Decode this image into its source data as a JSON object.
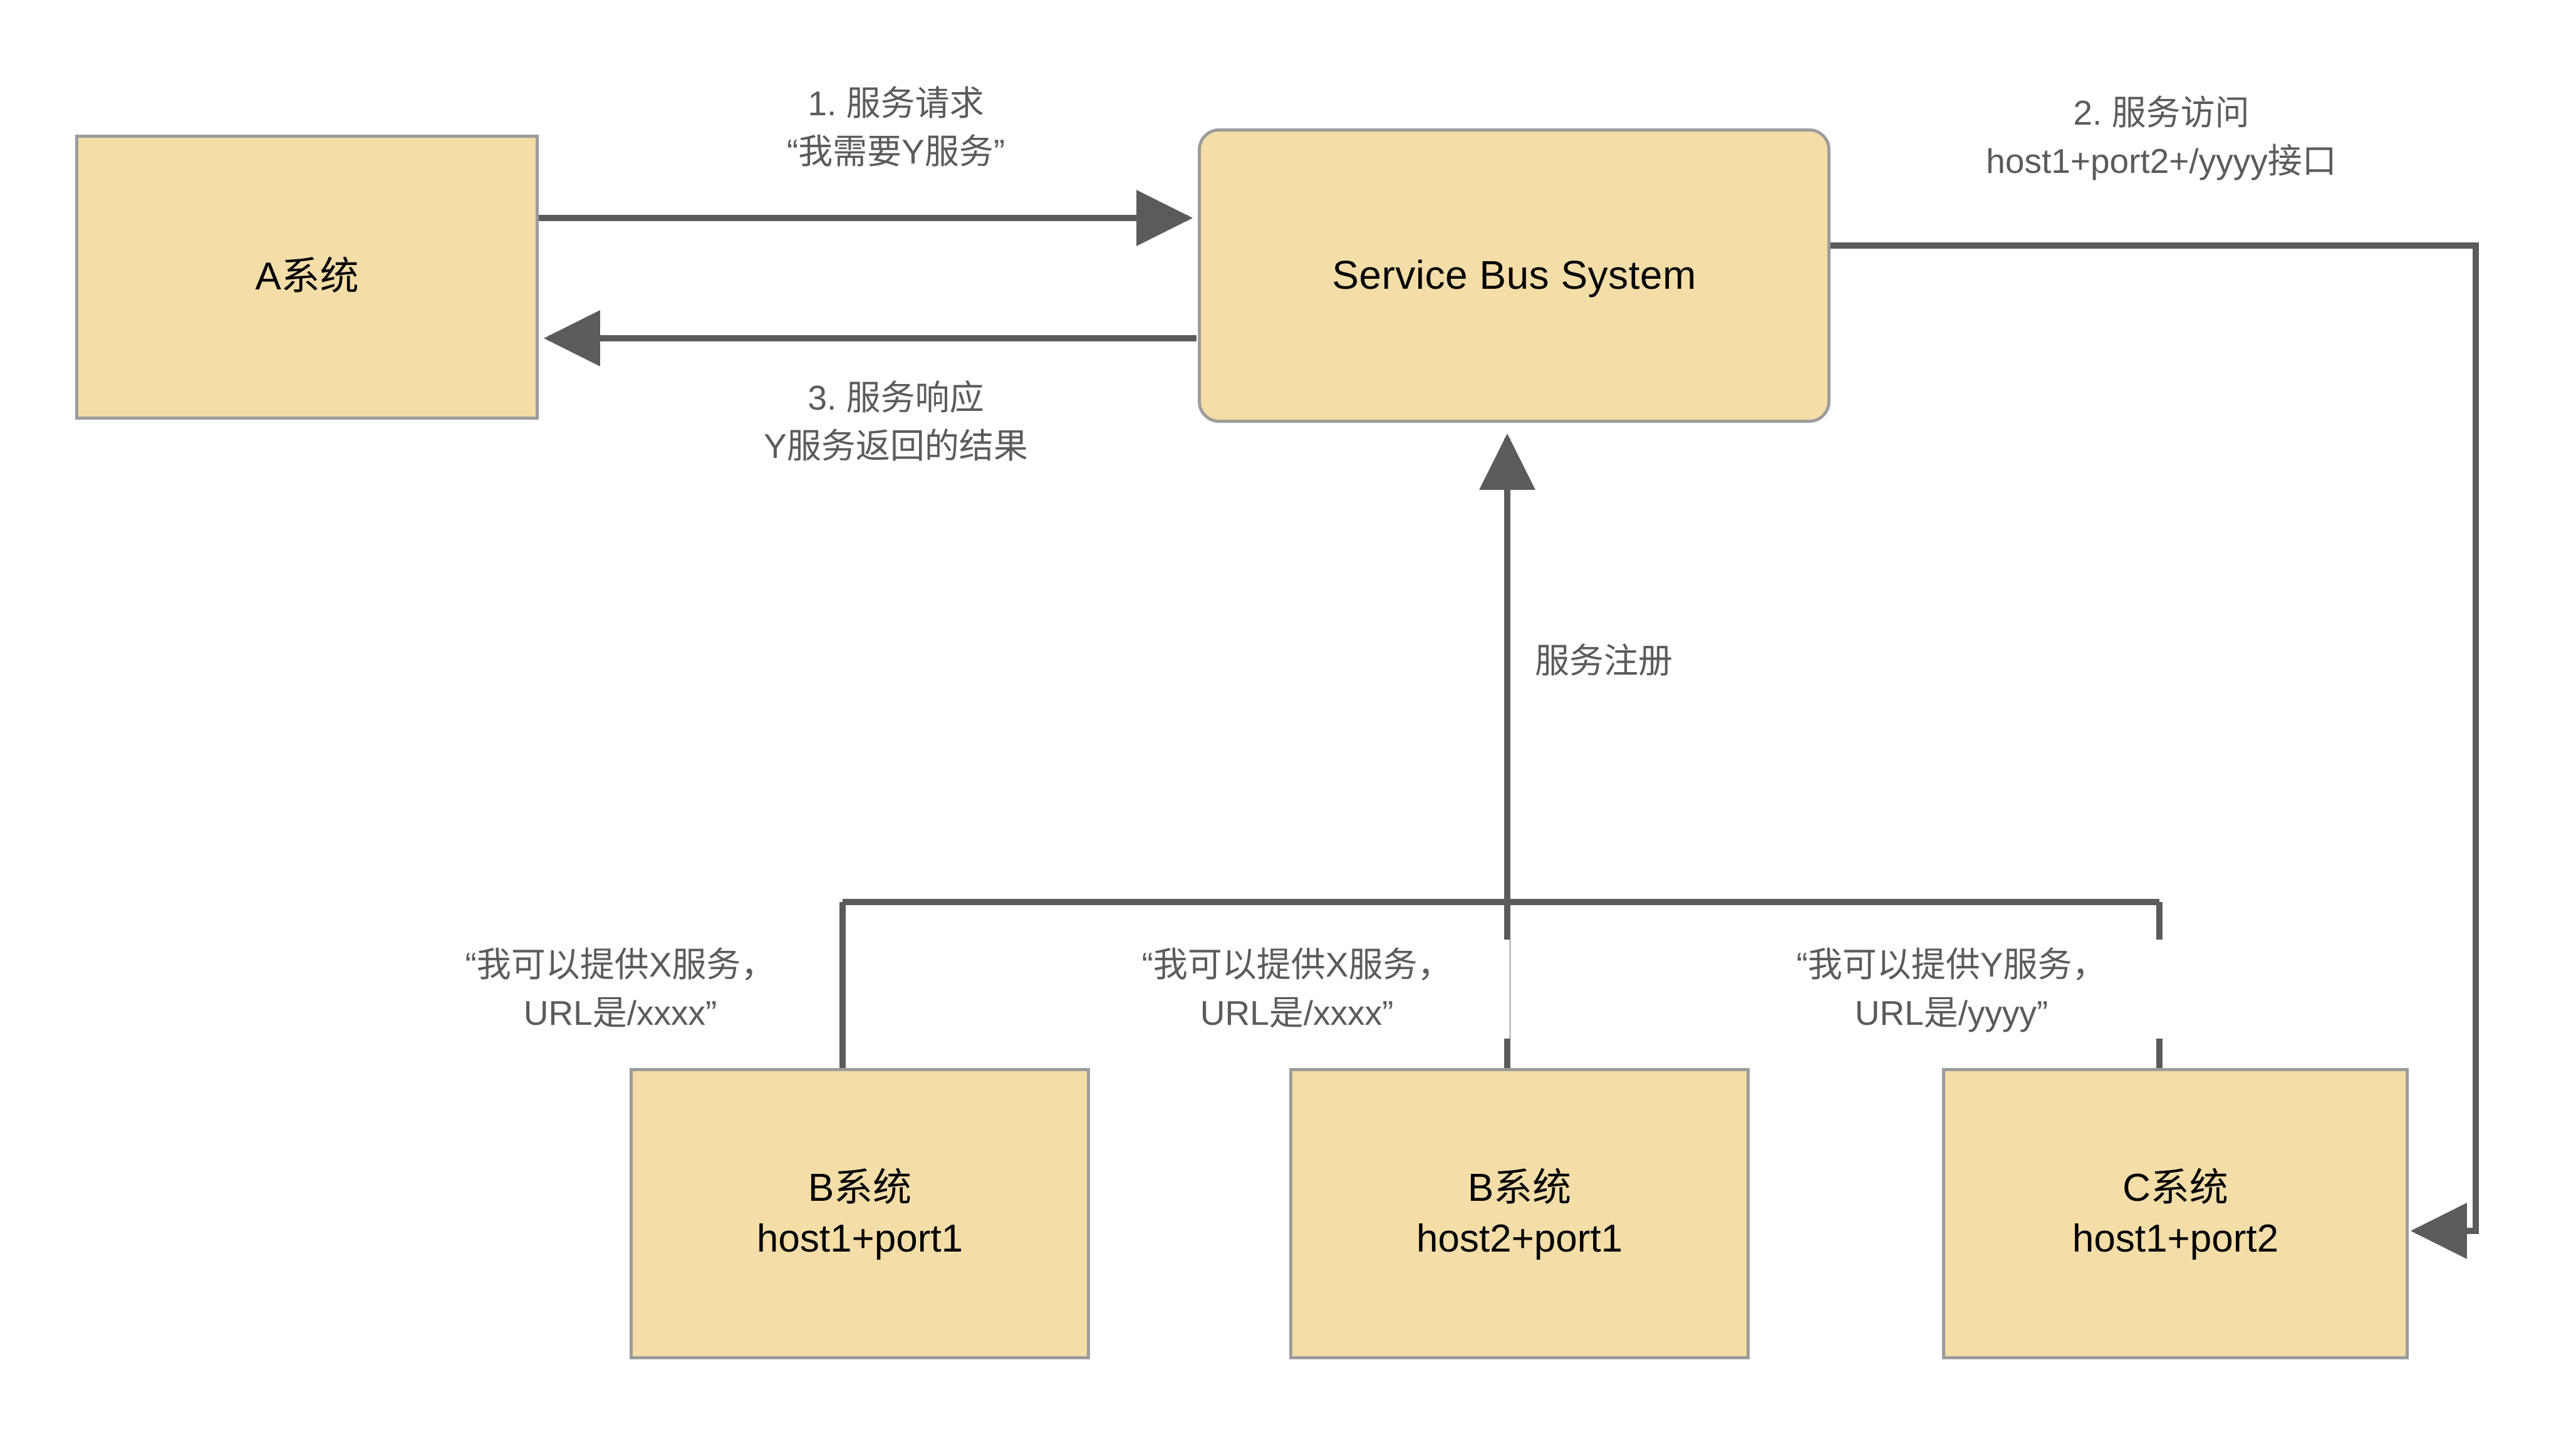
{
  "diagram": {
    "title": "Service Bus System registration and invocation flow",
    "colors": {
      "node_fill": "#f4dda7",
      "node_border": "#9c9c9c",
      "connector": "#5b5b5b",
      "label_text": "#5b5b5b",
      "node_text": "#000000",
      "background": "#ffffff"
    },
    "nodes": {
      "system_a": {
        "label": "A系统",
        "sublabel": ""
      },
      "service_bus": {
        "label": "Service Bus System",
        "sublabel": ""
      },
      "system_b1": {
        "label": "B系统",
        "sublabel": "host1+port1"
      },
      "system_b2": {
        "label": "B系统",
        "sublabel": "host2+port1"
      },
      "system_c": {
        "label": "C系统",
        "sublabel": "host1+port2"
      }
    },
    "edge_labels": {
      "request": "1. 服务请求\n“我需要Y服务”",
      "access": "2. 服务访问\nhost1+port2+/yyyy接口",
      "response": "3. 服务响应\nY服务返回的结果",
      "registration": "服务注册",
      "register_b1": "“我可以提供X服务，\nURL是/xxxx”",
      "register_b2": "“我可以提供X服务，\nURL是/xxxx”",
      "register_c": "“我可以提供Y服务，\nURL是/yyyy”"
    }
  }
}
